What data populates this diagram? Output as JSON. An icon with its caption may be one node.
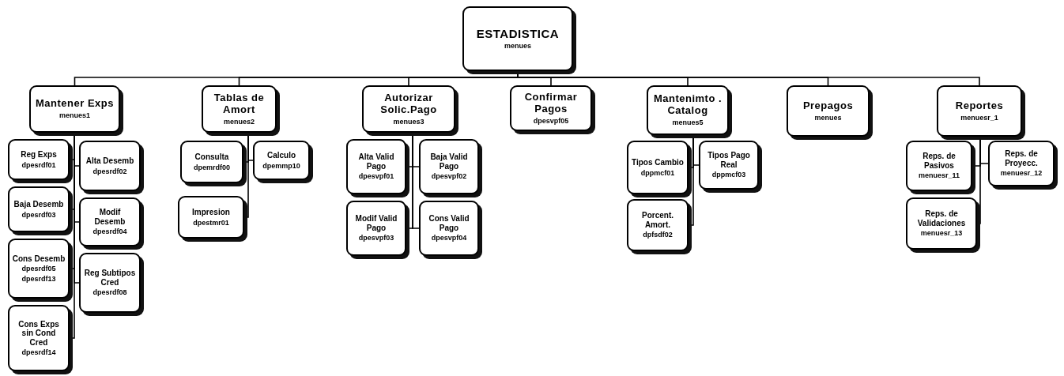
{
  "diagram": {
    "nodes": [
      {
        "text": [
          "ESTADISTICA",
          "menues"
        ]
      },
      {
        "text": [
          "Mantener Exps",
          "menues1"
        ]
      },
      {
        "text": [
          "Reg Exps",
          "dpesrdf01"
        ]
      },
      {
        "text": [
          "Alta Desemb",
          "dpesrdf02"
        ]
      },
      {
        "text": [
          "Baja Desemb",
          "dpesrdf03"
        ]
      },
      {
        "text": [
          "Modif Desemb",
          "dpesrdf04"
        ]
      },
      {
        "text": [
          "Cons Desemb",
          "dpesrdf05",
          "dpesrdf13"
        ]
      },
      {
        "text": [
          "Reg Subtipos Cred",
          "dpesrdf08"
        ]
      },
      {
        "text": [
          "Cons Exps sin Cond Cred",
          "dpesrdf14"
        ]
      },
      {
        "text": [
          "Tablas de Amort",
          "menues2"
        ]
      },
      {
        "text": [
          "Consulta",
          "dpemrdf00"
        ]
      },
      {
        "text": [
          "Calculo",
          "dpemmp10"
        ]
      },
      {
        "text": [
          "Impresion",
          "dpestmr01"
        ]
      },
      {
        "text": [
          "Autorizar Solic.Pago",
          "menues3"
        ]
      },
      {
        "text": [
          "Alta Valid Pago",
          "dpesvpf01"
        ]
      },
      {
        "text": [
          "Baja Valid Pago",
          "dpesvpf02"
        ]
      },
      {
        "text": [
          "Modif Valid Pago",
          "dpesvpf03"
        ]
      },
      {
        "text": [
          "Cons Valid Pago",
          "dpesvpf04"
        ]
      },
      {
        "text": [
          "Confirmar Pagos",
          "dpesvpf05"
        ]
      },
      {
        "text": [
          "Mantenimto . Catalog",
          "menues5"
        ]
      },
      {
        "text": [
          "Tipos Cambio",
          "dppmcf01"
        ]
      },
      {
        "text": [
          "Tipos Pago Real",
          "dppmcf03"
        ]
      },
      {
        "text": [
          "Porcent. Amort.",
          "dpfsdf02"
        ]
      },
      {
        "text": [
          "Prepagos",
          "menues"
        ]
      },
      {
        "text": [
          "Reportes",
          "menuesr_1"
        ]
      },
      {
        "text": [
          "Reps. de Pasivos",
          "menuesr_11"
        ]
      },
      {
        "text": [
          "Reps. de Proyecc.",
          "menuesr_12"
        ]
      },
      {
        "text": [
          "Reps. de Validaciones",
          "menuesr_13"
        ]
      }
    ],
    "edges": [
      {
        "from": 0,
        "to": 1,
        "arrow": "none"
      },
      {
        "from": 0,
        "to": 9,
        "arrow": "none"
      },
      {
        "from": 0,
        "to": 13,
        "arrow": "none"
      },
      {
        "from": 0,
        "to": 18,
        "arrow": "none"
      },
      {
        "from": 0,
        "to": 19,
        "arrow": "none"
      },
      {
        "from": 0,
        "to": 23,
        "arrow": "none"
      },
      {
        "from": 0,
        "to": 24,
        "arrow": "none"
      },
      {
        "from": 1,
        "to": 2,
        "arrow": "none"
      },
      {
        "from": 1,
        "to": 3,
        "arrow": "none"
      },
      {
        "from": 1,
        "to": 4,
        "arrow": "none"
      },
      {
        "from": 1,
        "to": 5,
        "arrow": "none"
      },
      {
        "from": 1,
        "to": 6,
        "arrow": "none"
      },
      {
        "from": 1,
        "to": 7,
        "arrow": "none"
      },
      {
        "from": 1,
        "to": 8,
        "arrow": "none"
      },
      {
        "from": 9,
        "to": 10,
        "arrow": "none"
      },
      {
        "from": 9,
        "to": 11,
        "arrow": "none"
      },
      {
        "from": 9,
        "to": 12,
        "arrow": "none"
      },
      {
        "from": 13,
        "to": 14,
        "arrow": "none"
      },
      {
        "from": 13,
        "to": 15,
        "arrow": "none"
      },
      {
        "from": 13,
        "to": 16,
        "arrow": "none"
      },
      {
        "from": 13,
        "to": 17,
        "arrow": "none"
      },
      {
        "from": 19,
        "to": 20,
        "arrow": "none"
      },
      {
        "from": 19,
        "to": 21,
        "arrow": "none"
      },
      {
        "from": 19,
        "to": 22,
        "arrow": "none"
      },
      {
        "from": 24,
        "to": 25,
        "arrow": "none"
      },
      {
        "from": 24,
        "to": 26,
        "arrow": "none"
      },
      {
        "from": 24,
        "to": 27,
        "arrow": "none"
      }
    ]
  }
}
